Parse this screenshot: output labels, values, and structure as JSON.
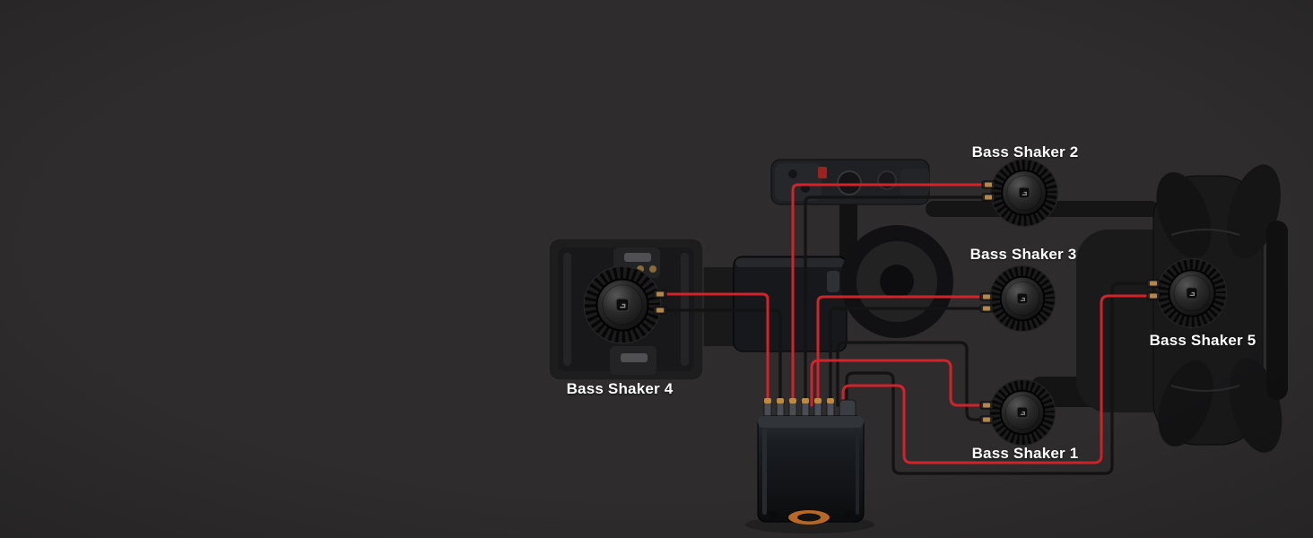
{
  "diagram": {
    "background_color": "#2e2c2c",
    "colors": {
      "wire_positive": "#d2232a",
      "wire_negative": "#131313",
      "amp_accent": "#bf6b27",
      "label_text": "#ffffff"
    },
    "labels": {
      "shaker1": "Bass Shaker 1",
      "shaker2": "Bass Shaker 2",
      "shaker3": "Bass Shaker 3",
      "shaker4": "Bass Shaker 4",
      "shaker5": "Bass Shaker 5"
    }
  }
}
